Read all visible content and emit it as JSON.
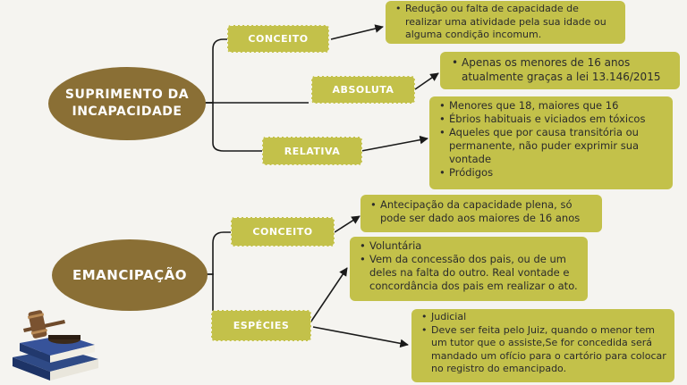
{
  "map1": {
    "root": {
      "line1": "SUPRIMENTO DA",
      "line2": "INCAPACIDADE"
    },
    "conceito": {
      "label": "CONCEITO",
      "items": [
        "Redução ou falta de capacidade de realizar uma atividade pela sua idade ou alguma condição incomum."
      ]
    },
    "absoluta": {
      "label": "ABSOLUTA",
      "items": [
        "Apenas os menores de 16 anos atualmente graças a lei 13.146/2015"
      ]
    },
    "relativa": {
      "label": "RELATIVA",
      "items": [
        "Menores que 18, maiores que 16",
        "Ébrios habituais e  viciados em tóxicos",
        "Aqueles que por causa transitória ou permanente, não puder exprimir sua vontade",
        "Pródigos"
      ]
    }
  },
  "map2": {
    "root": {
      "label": "EMANCIPAÇÃO"
    },
    "conceito": {
      "label": "CONCEITO",
      "items": [
        "Antecipação da capacidade plena, só pode ser dado aos maiores de 16 anos"
      ]
    },
    "especies": {
      "label": "ESPÉCIES",
      "voluntaria": [
        "Voluntária",
        "Vem da concessão dos pais, ou de um deles na falta do outro. Real vontade e concordância dos pais em realizar o ato."
      ],
      "judicial": [
        "Judicial",
        "Deve ser feita pelo Juiz, quando o menor tem um tutor que o assiste,Se for concedida será mandado um ofício para o cartório para colocar no registro do emancipado."
      ]
    }
  },
  "illustration": {
    "icon": "gavel-and-books-icon"
  },
  "colors": {
    "oval": "#8a6f35",
    "pill": "#c3c14a",
    "background": "#f5f4f0",
    "line": "#1a1a1a"
  }
}
